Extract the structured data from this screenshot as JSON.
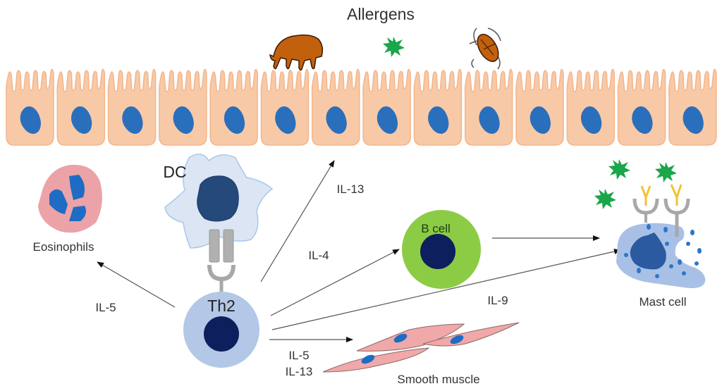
{
  "title": "Allergens",
  "colors": {
    "epithelium": "#f8c9a6",
    "epithelium_stroke": "#f2b68d",
    "epithelium_nucleus": "#2a6fbc",
    "dc_body": "#dbe5f4",
    "dc_stroke": "#a8c8e8",
    "dc_nucleus": "#24497a",
    "th2_body": "#b3c7e6",
    "dark_nucleus": "#0d1f5c",
    "bcell_body": "#8ccc44",
    "eosinophil_body": "#eba3a8",
    "eosinophil_granules": "#1e6cc4",
    "mast_body": "#a9c0e6",
    "mast_nucleus": "#2c5aa0",
    "mast_granule": "#2a78c8",
    "smooth_muscle": "#f0a8a8",
    "smooth_muscle_stroke": "#8a6a6a",
    "receptor_gray": "#a8a8a8",
    "ige_yellow": "#f1c232",
    "allergen_green": "#1aa64a",
    "mite_brown": "#c2600e",
    "arrow": "#555555"
  },
  "allergens": [
    {
      "name": "dust-mite"
    },
    {
      "name": "pollen-particle"
    },
    {
      "name": "cockroach"
    }
  ],
  "epithelium": {
    "cell_count": 14
  },
  "cells": {
    "dc": "DC",
    "th2": "Th2",
    "eosinophils": "Eosinophils",
    "b_cell": "B cell",
    "mast_cell": "Mast cell",
    "smooth_muscle": "Smooth muscle"
  },
  "cytokines": {
    "to_eosinophils": "IL-5",
    "to_epithelium": "IL-13",
    "to_b_cell": "IL-4",
    "to_mast_cell": "IL-9",
    "to_smooth_muscle_1": "IL-5",
    "to_smooth_muscle_2": "IL-13"
  },
  "pathways": [
    {
      "from": "Th2",
      "to": "Eosinophils",
      "label": "IL-5"
    },
    {
      "from": "Th2",
      "to": "Epithelium",
      "label": "IL-13"
    },
    {
      "from": "Th2",
      "to": "B cell",
      "label": "IL-4"
    },
    {
      "from": "Th2",
      "to": "Mast cell",
      "label": "IL-9"
    },
    {
      "from": "Th2",
      "to": "Smooth muscle",
      "label": "IL-5, IL-13"
    },
    {
      "from": "B cell",
      "to": "Mast cell",
      "label": ""
    },
    {
      "from": "DC",
      "to": "Th2",
      "label": ""
    }
  ]
}
